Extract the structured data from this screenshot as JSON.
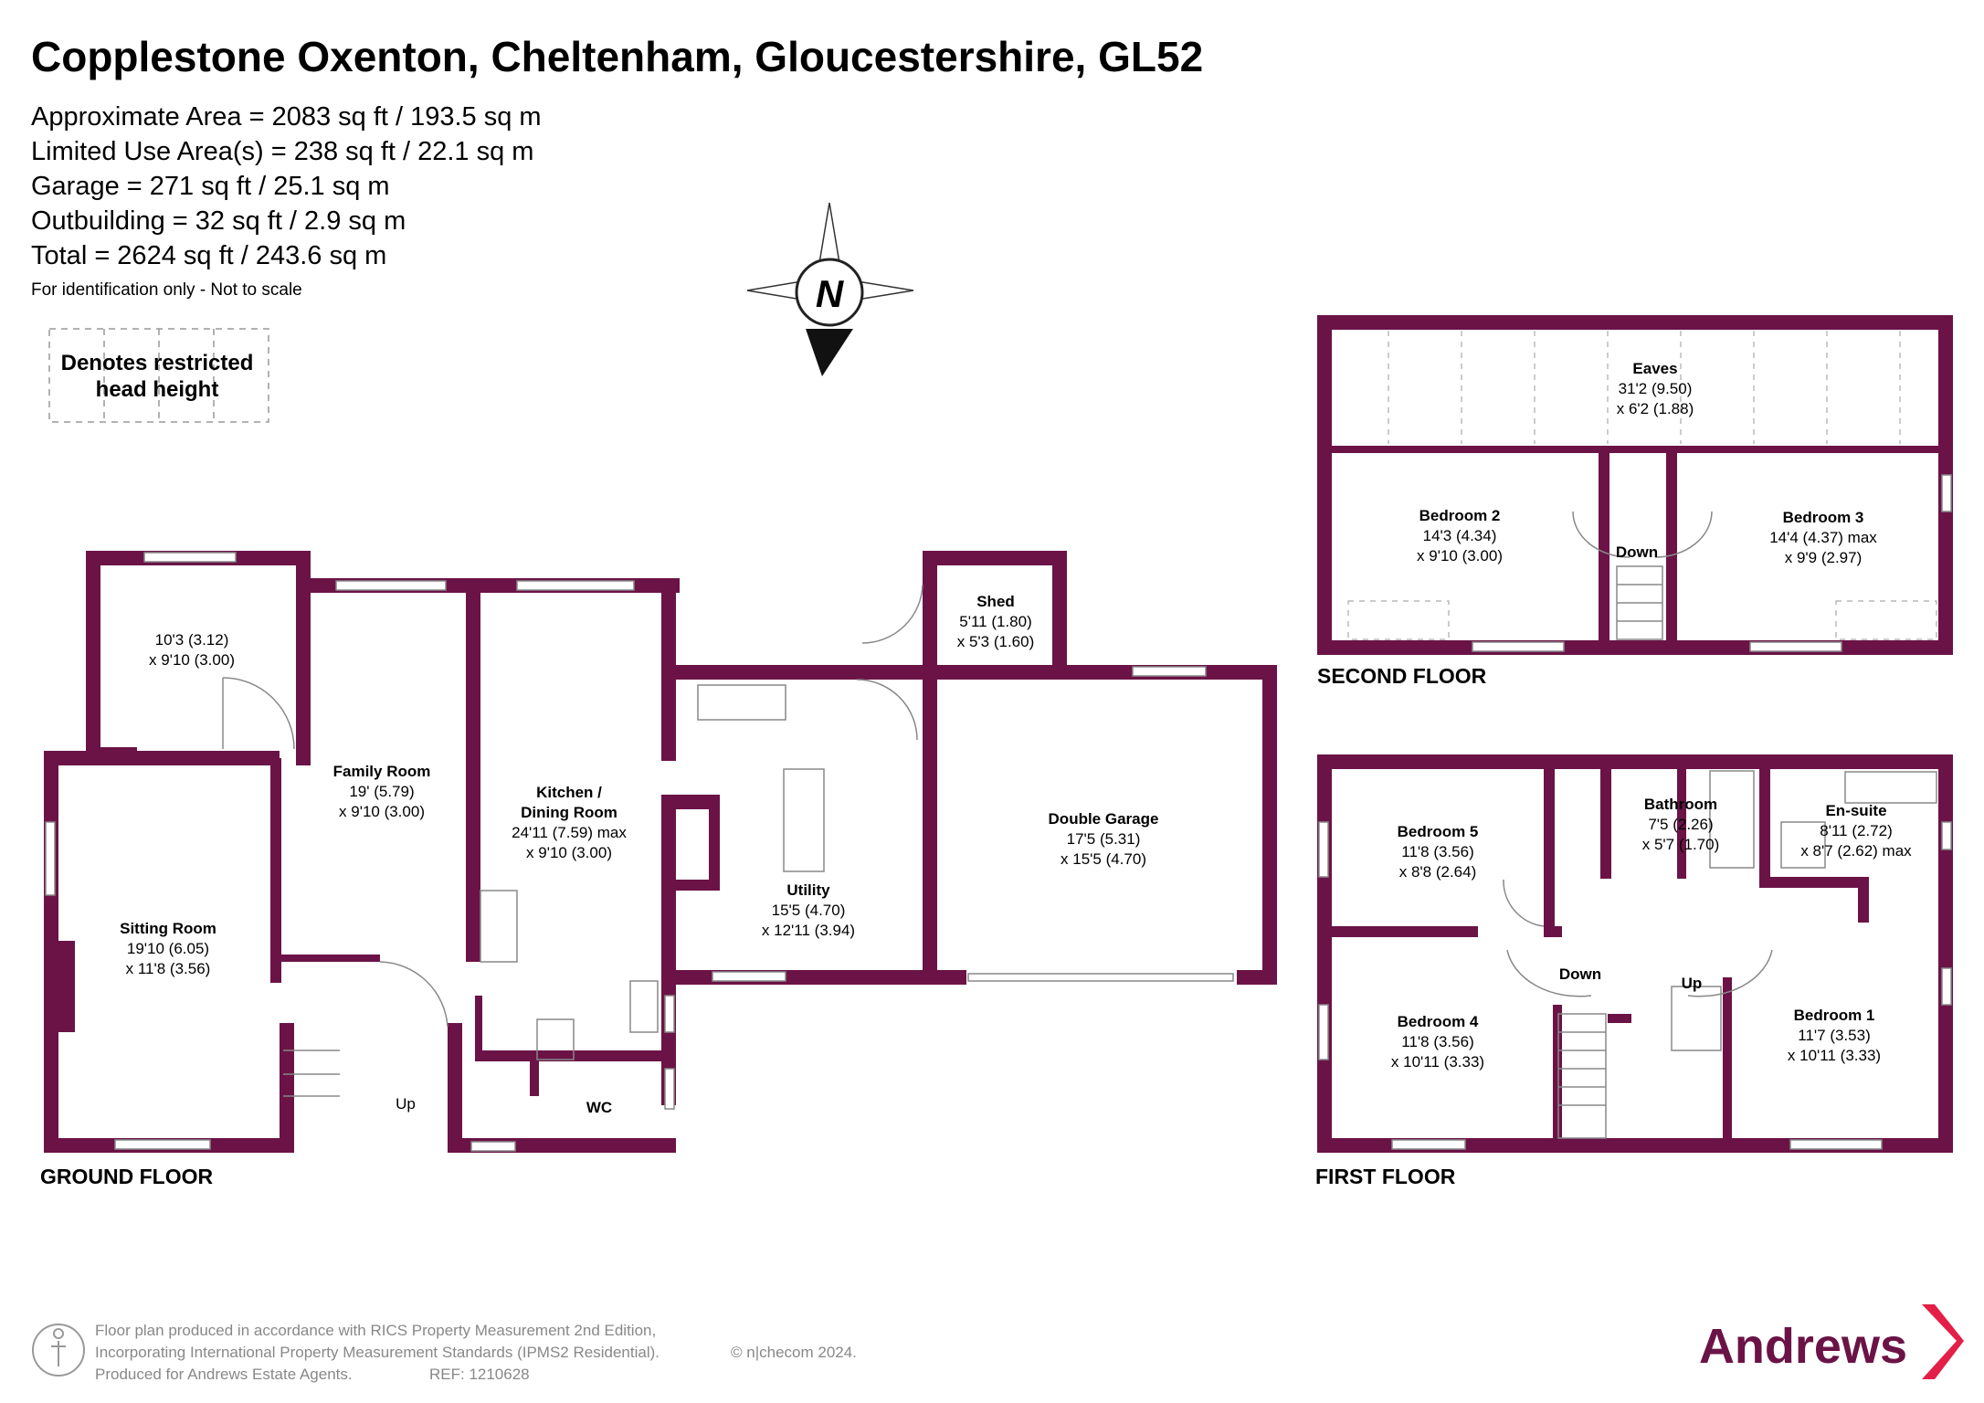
{
  "header": {
    "title": "Copplestone Oxenton, Cheltenham, Gloucestershire, GL52",
    "areas": [
      "Approximate Area = 2083 sq ft / 193.5 sq m",
      "Limited Use Area(s) = 238 sq ft / 22.1 sq m",
      "Garage = 271 sq ft / 25.1 sq m",
      "Outbuilding = 32 sq ft / 2.9 sq m",
      "Total = 2624 sq ft / 243.6 sq m"
    ],
    "note": "For identification only - Not to scale"
  },
  "legend": {
    "line1": "Denotes restricted",
    "line2": "head height"
  },
  "compass": {
    "letter": "N"
  },
  "colors": {
    "wall": "#6b1346",
    "text": "#111111",
    "brand": "#6b1346",
    "accent": "#e31f48",
    "footer": "#888888"
  },
  "floors": {
    "ground": "GROUND FLOOR",
    "first": "FIRST FLOOR",
    "second": "SECOND FLOOR"
  },
  "rooms": {
    "unnamed": {
      "d1": "10'3 (3.12)",
      "d2": "x 9'10 (3.00)"
    },
    "sitting": {
      "name": "Sitting Room",
      "d1": "19'10 (6.05)",
      "d2": "x 11'8 (3.56)"
    },
    "family": {
      "name": "Family Room",
      "d1": "19' (5.79)",
      "d2": "x 9'10 (3.00)"
    },
    "kitchen": {
      "name1": "Kitchen /",
      "name2": "Dining Room",
      "d1": "24'11 (7.59) max",
      "d2": "x 9'10 (3.00)"
    },
    "utility": {
      "name": "Utility",
      "d1": "15'5 (4.70)",
      "d2": "x 12'11 (3.94)"
    },
    "shed": {
      "name": "Shed",
      "d1": "5'11 (1.80)",
      "d2": "x 5'3 (1.60)"
    },
    "garage": {
      "name": "Double Garage",
      "d1": "17'5 (5.31)",
      "d2": "x 15'5 (4.70)"
    },
    "wc": {
      "name": "WC"
    },
    "eaves": {
      "name": "Eaves",
      "d1": "31'2 (9.50)",
      "d2": "x 6'2 (1.88)"
    },
    "bed2": {
      "name": "Bedroom 2",
      "d1": "14'3 (4.34)",
      "d2": "x 9'10 (3.00)"
    },
    "bed3": {
      "name": "Bedroom 3",
      "d1": "14'4 (4.37) max",
      "d2": "x 9'9 (2.97)"
    },
    "bed5": {
      "name": "Bedroom 5",
      "d1": "11'8 (3.56)",
      "d2": "x 8'8 (2.64)"
    },
    "bathroom": {
      "name": "Bathroom",
      "d1": "7'5 (2.26)",
      "d2": "x 5'7 (1.70)"
    },
    "ensuite": {
      "name": "En-suite",
      "d1": "8'11 (2.72)",
      "d2": "x 8'7 (2.62) max"
    },
    "bed4": {
      "name": "Bedroom 4",
      "d1": "11'8 (3.56)",
      "d2": "x 10'11 (3.33)"
    },
    "bed1": {
      "name": "Bedroom 1",
      "d1": "11'7 (3.53)",
      "d2": "x 10'11 (3.33)"
    }
  },
  "stairs": {
    "up": "Up",
    "down": "Down"
  },
  "footer": {
    "line1": "Floor plan produced in accordance with RICS Property Measurement 2nd Edition,",
    "line2": "Incorporating International Property Measurement Standards (IPMS2 Residential).",
    "copyright": "© n|checom 2024.",
    "line3": "Produced for Andrews Estate Agents.",
    "ref": "REF: 1210628",
    "brand": "Andrews"
  }
}
